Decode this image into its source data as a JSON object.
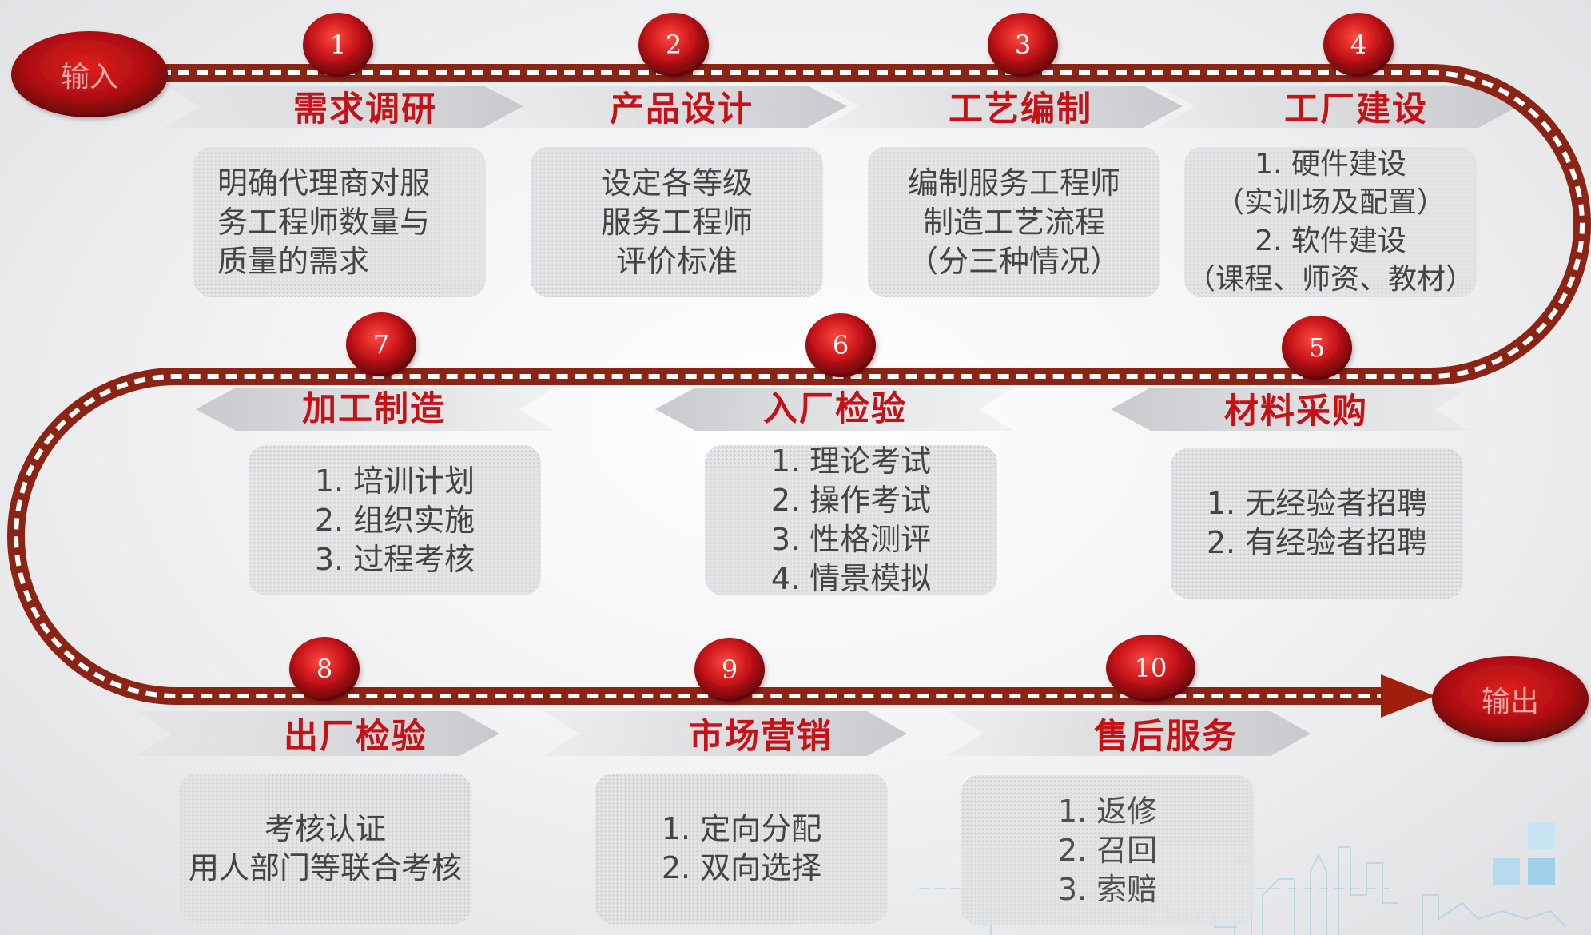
{
  "endpoints": {
    "input": "输入",
    "output": "输出"
  },
  "steps": [
    {
      "num": "1",
      "title": "需求调研",
      "lines": [
        "明确代理商对服",
        "务工程师数量与",
        "质量的需求"
      ]
    },
    {
      "num": "2",
      "title": "产品设计",
      "lines": [
        "设定各等级",
        "服务工程师",
        "评价标准"
      ]
    },
    {
      "num": "3",
      "title": "工艺编制",
      "lines": [
        "编制服务工程师",
        "制造工艺流程",
        "（分三种情况）"
      ]
    },
    {
      "num": "4",
      "title": "工厂建设",
      "lines": [
        "1. 硬件建设",
        "（实训场及配置）",
        "2. 软件建设",
        "（课程、师资、教材）"
      ]
    },
    {
      "num": "5",
      "title": "材料采购",
      "lines": [
        "1. 无经验者招聘",
        "2. 有经验者招聘"
      ]
    },
    {
      "num": "6",
      "title": "入厂检验",
      "lines": [
        "1. 理论考试",
        "2. 操作考试",
        "3. 性格测评",
        "4. 情景模拟"
      ]
    },
    {
      "num": "7",
      "title": "加工制造",
      "lines": [
        "1. 培训计划",
        "2. 组织实施",
        "3. 过程考核"
      ]
    },
    {
      "num": "8",
      "title": "出厂检验",
      "lines": [
        "考核认证",
        "用人部门等联合考核"
      ]
    },
    {
      "num": "9",
      "title": "市场营销",
      "lines": [
        "1. 定向分配",
        "2. 双向选择"
      ]
    },
    {
      "num": "10",
      "title": "售后服务",
      "lines": [
        "1. 返修",
        "2. 召回",
        "3. 索赔"
      ]
    }
  ],
  "colors": {
    "track": "#8b2414",
    "dash": "#ffffff",
    "ball": "#c8141a",
    "title": "#c41217",
    "arrow": "#a01f0c"
  }
}
